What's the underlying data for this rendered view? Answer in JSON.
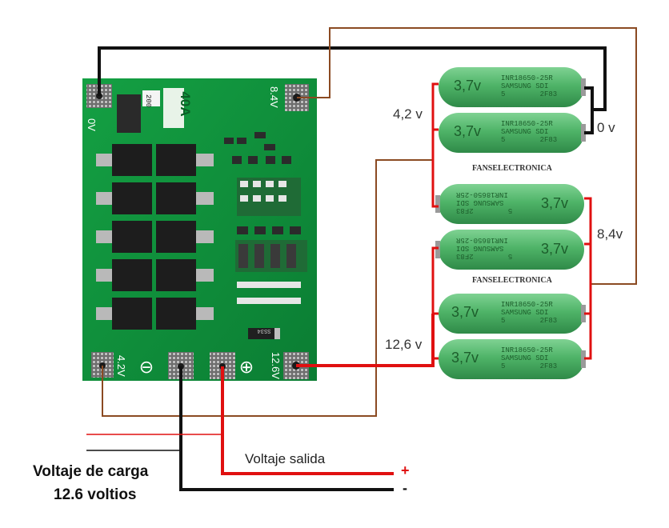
{
  "pcb": {
    "current_rating": "40A",
    "pad_left_top": "0V",
    "pad_right_top": "8.4V",
    "pad_left_bottom": "4.2V",
    "pad_neg_symbol": "⊖",
    "pad_pos_symbol": "⊕",
    "pad_right_bottom": "12.6V",
    "diode_mark": "SS34",
    "resistor_mark": "200"
  },
  "cells": {
    "voltage": "3,7v",
    "model_line1": "INR18650-25R",
    "model_line2": "SAMSUNG  SDI",
    "model_line3": "5        2F83",
    "brand": "FANSELECTRONICA"
  },
  "taps": {
    "v0": "0 v",
    "v42": "4,2 v",
    "v84": "8,4v",
    "v126": "12,6 v"
  },
  "output": {
    "label": "Voltaje salida",
    "plus": "+",
    "minus": "-"
  },
  "charge": {
    "line1": "Voltaje de carga",
    "line2": "12.6 voltios"
  },
  "colors": {
    "pcb": "#0f8f3a",
    "pcb_dark": "#0a6b2a",
    "cell": "#52b86a",
    "wire_brown": "#8b4a22",
    "wire_red": "#e01010",
    "wire_black": "#111111"
  }
}
